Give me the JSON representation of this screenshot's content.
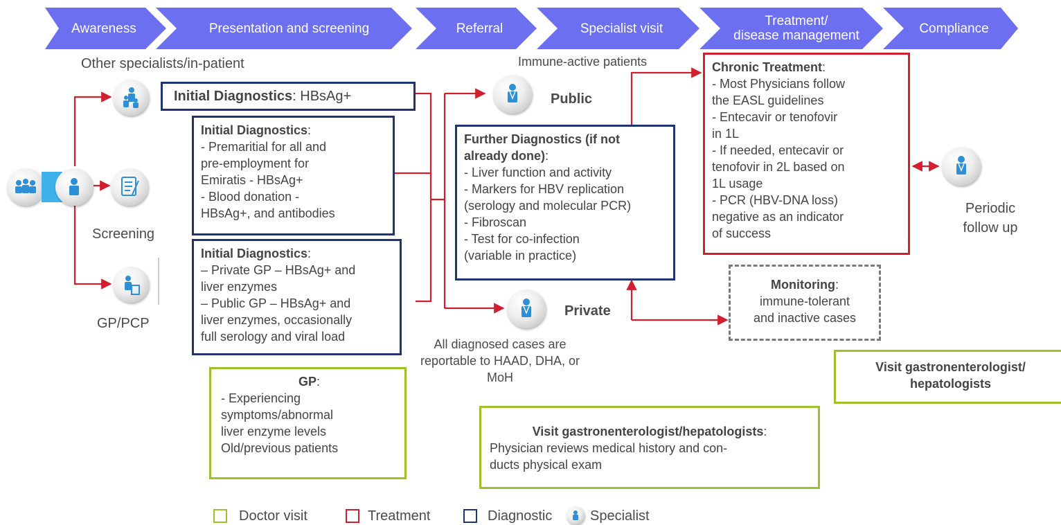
{
  "colors": {
    "chevron": "#6b6ff0",
    "diagnostic": "#1f3470",
    "treatment": "#d21f2f",
    "doctor_visit": "#9cc22a",
    "monitoring": "#7a7a7a",
    "connector": "#d21f2f"
  },
  "stages": [
    "Awareness",
    "Presentation and screening",
    "Referral",
    "Specialist visit",
    "Treatment/\ndisease management",
    "Compliance"
  ],
  "labels": {
    "other_specialists": "Other specialists/in-patient",
    "screening": "Screening",
    "gp_pcp": "GP/PCP",
    "immune_active": "Immune-active patients",
    "public": "Public",
    "private": "Private",
    "reportable": "All diagnosed cases are reportable to HAAD, DHA, or MoH",
    "periodic": "Periodic follow up"
  },
  "box_hbsag": {
    "title": "Initial Diagnostics",
    "rest": ": HBsAg+"
  },
  "box_premarital": {
    "title": "Initial Diagnostics",
    "colon": ":",
    "lines": [
      "- Premaritial for all and",
      "pre-employment for",
      "Emiratis - HBsAg+",
      "- Blood donation -",
      "HBsAg+, and antibodies"
    ]
  },
  "box_gp_diag": {
    "title": "Initial Diagnostics",
    "colon": ":",
    "lines": [
      "– Private GP – HBsAg+ and",
      "liver enzymes",
      "– Public GP – HBsAg+ and",
      "liver enzymes, occasionally",
      "full serology and viral load"
    ]
  },
  "box_gp_visit": {
    "title": "GP",
    "colon": ":",
    "lines": [
      "- Experiencing",
      "symptoms/abnormal",
      "liver enzyme levels",
      "Old/previous patients"
    ]
  },
  "box_further": {
    "title_lines": [
      "Further Diagnostics (if not",
      "already done)"
    ],
    "colon": ":",
    "lines": [
      "- Liver function and activity",
      "- Markers for HBV replication",
      "(serology and molecular PCR)",
      "- Fibroscan",
      "- Test for co-infection",
      "(variable in practice)"
    ]
  },
  "box_chronic": {
    "title": "Chronic Treatment",
    "colon": ":",
    "lines": [
      "- Most Physicians follow",
      "the EASL guidelines",
      "- Entecavir or tenofovir",
      "in 1L",
      "- If needed, entecavir or",
      "tenofovir in 2L based on",
      "1L usage",
      "- PCR (HBV-DNA loss)",
      "negative as an indicator",
      "of success"
    ]
  },
  "box_monitoring": {
    "title": "Monitoring",
    "colon": ":",
    "lines": [
      "immune-tolerant",
      "and inactive cases"
    ]
  },
  "box_visit_specialist": {
    "title": "Visit gastronenterologist/hepatologists",
    "colon": ":",
    "lines": [
      "Physician reviews medical history and con-",
      "ducts physical exam"
    ]
  },
  "box_visit_right": {
    "lines": [
      "Visit gastronenterologist/",
      "hepatologists"
    ]
  },
  "legend": {
    "doctor_visit": "Doctor visit",
    "treatment": "Treatment",
    "diagnostic": "Diagnostic",
    "specialist": "Specialist"
  },
  "icons": [
    "group-icon",
    "patient-icon",
    "other-specialist-icon",
    "screening-clipboard-icon",
    "gp-doctor-icon",
    "public-specialist-icon",
    "private-specialist-icon",
    "followup-specialist-icon",
    "legend-specialist-icon"
  ]
}
